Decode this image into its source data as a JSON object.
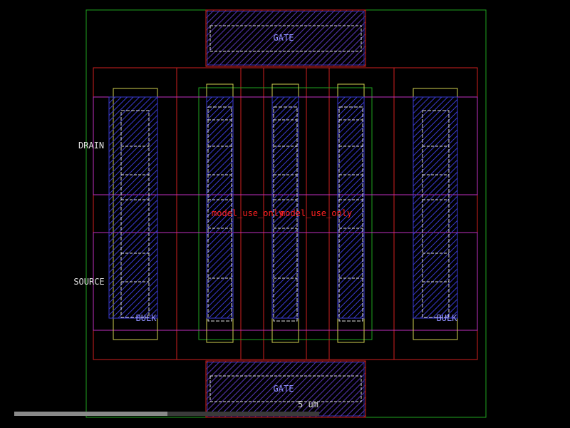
{
  "labels": {
    "gate_top": "GATE",
    "gate_bottom": "GATE",
    "drain": "DRAIN",
    "source": "SOURCE",
    "bulk_left": "BULK",
    "bulk_right": "BULK",
    "model_left": "model_use_only",
    "model_right": "model_use_only",
    "scale": "5 um"
  },
  "colors": {
    "background": "#000000",
    "outline": "#1fa51f",
    "diffusion": "#d02020",
    "metal1": "#c030c0",
    "poly": "#a020a0",
    "contact": "#2020e0",
    "implant": "#d0d050",
    "label_blue": "#9090ff",
    "label_red": "#ff2020",
    "label_white": "#e0e0e0"
  }
}
